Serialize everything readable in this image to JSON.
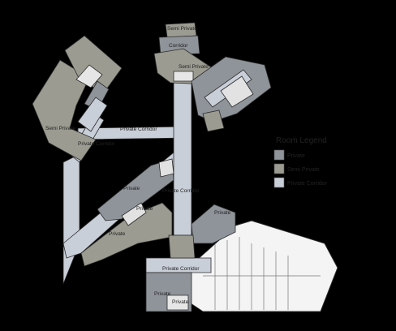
{
  "colors": {
    "background": "#000000",
    "private": "#8f949a",
    "semi_private": "#9b9b91",
    "private_corridor": "#c9cfd8",
    "open_area": "#f4f4f4",
    "wall": "#2b2b2b"
  },
  "labels": {
    "semi_private_top": "Semi Private",
    "semi_private_upper": "Semi Private",
    "semi_private_left": "Semi Private",
    "private_corridor_top": "Private Corridor",
    "private_corridor_left": "Private Corridor",
    "private_corridor_mid": "Private Corridor",
    "private_corridor_bottom": "Private Corridor",
    "corridor": "Corridor",
    "private_1": "Private",
    "private_2": "Private",
    "private_3": "Private",
    "private_4": "Private",
    "private_5": "Private",
    "private_6": "Private"
  },
  "legend": {
    "title": "Room Legend",
    "items": [
      {
        "label": "Private",
        "color": "#8f949a"
      },
      {
        "label": "Semi Private",
        "color": "#9b9b91"
      },
      {
        "label": "Private Corridor",
        "color": "#c9cfd8"
      }
    ]
  }
}
